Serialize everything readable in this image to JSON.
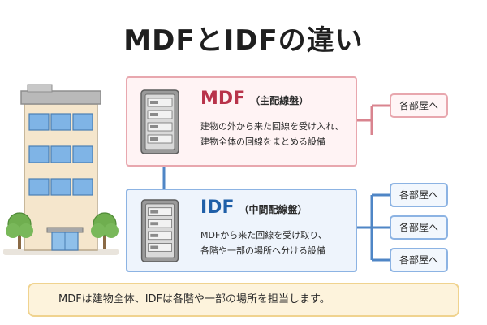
{
  "title": "MDFとIDFの違い",
  "mdf": {
    "abbr": "MDF",
    "full": "（主配線盤）",
    "desc": [
      "建物の外から来た回線を受け入れ、",
      "建物全体の回線をまとめる設備"
    ],
    "color": "#b8334a"
  },
  "idf": {
    "abbr": "IDF",
    "full": "（中間配線盤）",
    "desc": [
      "MDFから来た回線を受け取り、",
      "各階や一部の場所へ分ける設備"
    ],
    "color": "#1f5fa8"
  },
  "rooms": {
    "mdf": [
      "各部屋へ"
    ],
    "idf": [
      "各部屋へ",
      "各部屋へ",
      "各部屋へ"
    ]
  },
  "summary": "MDFは建物全体、IDFは各階や一部の場所を担当します。",
  "colors": {
    "red_border": "#e8a7ae",
    "blue_border": "#8cb3e3",
    "red_line": "#d9848f",
    "blue_line": "#4f86c6",
    "summary_bg": "#fdf3dc"
  },
  "icons": [
    "office-building-icon",
    "tree-icon",
    "server-rack-icon"
  ]
}
